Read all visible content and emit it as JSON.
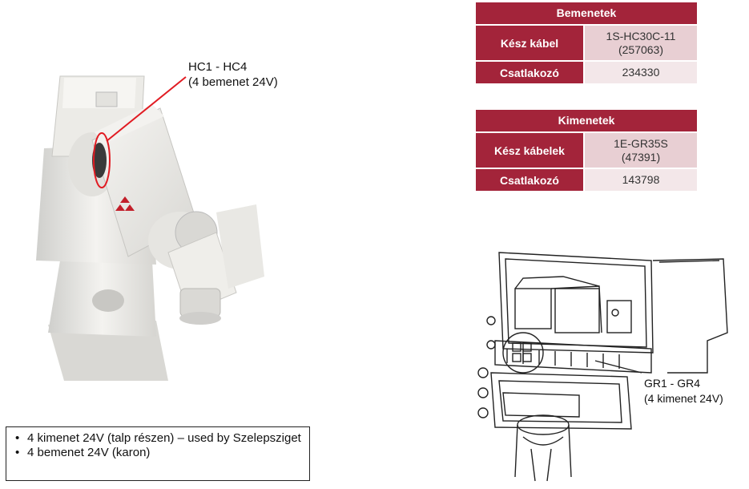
{
  "callout_robot": {
    "line1": "HC1 - HC4",
    "line2": "(4 bemenet 24V)"
  },
  "inputs_table": {
    "header": "Bemenetek",
    "rows": [
      {
        "label": "Kész kábel",
        "value_line1": "1S-HC30C-11",
        "value_line2": "(257063)"
      },
      {
        "label": "Csatlakozó",
        "value_line1": "234330"
      }
    ]
  },
  "outputs_table": {
    "header": "Kimenetek",
    "rows": [
      {
        "label": "Kész kábelek",
        "value_line1": "1E-GR35S",
        "value_line2": "(47391)"
      },
      {
        "label": "Csatlakozó",
        "value_line1": "143798"
      }
    ]
  },
  "callout_connector": {
    "line1": "GR1 - GR4",
    "line2": "(4 kimenet 24V)"
  },
  "bullets": [
    "4 kimenet 24V (talp részen) – used by Szelepsziget",
    "4 bemenet 24V (karon)"
  ],
  "colors": {
    "table_header": "#a3243a",
    "cell_dark": "#e8cfd3",
    "cell_light": "#f3e7e9",
    "callout_line": "#e11b22"
  }
}
